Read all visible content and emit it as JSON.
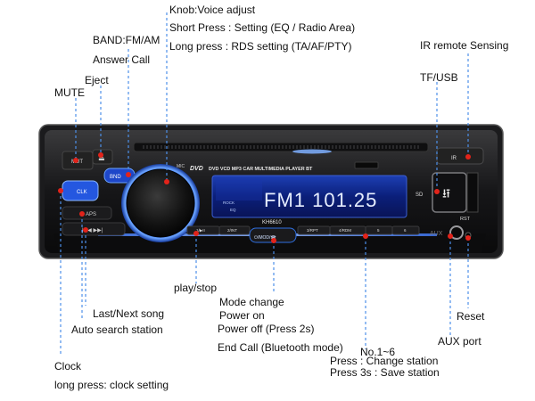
{
  "callouts": {
    "knob_title": "Knob:Voice adjust",
    "knob_short": "Short Press : Setting (EQ / Radio Area)",
    "knob_long": "Long press : RDS setting (TA/AF/PTY)",
    "band": "BAND:FM/AM",
    "answer_call": "Answer Call",
    "eject": "Eject",
    "mute": "MUTE",
    "ir_remote": "IR remote Sensing",
    "tf_usb": "TF/USB",
    "play_stop": "play/stop",
    "mode_change": "Mode change",
    "power_on": "Power on",
    "power_off": "Power off (Press 2s)",
    "end_call": "End Call (Bluetooth mode)",
    "last_next": "Last/Next song",
    "auto_search": "Auto search station",
    "clock": "Clock",
    "clock_long": "long press: clock setting",
    "no1_6": "No.1~6",
    "press_change": "Press : Change station",
    "press_save": "Press 3s : Save station",
    "reset": "Reset",
    "aux_port": "AUX port"
  },
  "device": {
    "display_text": "FM1 101.25",
    "header_mark": "DVD",
    "header_text": "DVD VCD MP3 CAR MULTIMEDIA PLAYER BT",
    "model": "KH6610",
    "mic": "MIC",
    "rock": "ROCK",
    "eq": "EQ",
    "buttons": {
      "mut": "MUT",
      "bnd": "BND",
      "clk": "CLK",
      "aps": "APS",
      "prev_next": "|◀◀ ▶▶|",
      "b1": "1/▶II",
      "b2": "2/INT",
      "b3": "3/RPT",
      "b4": "4/RDM",
      "b5": "5",
      "b6": "6",
      "mode": "⏻/MOD/☎",
      "ir": "IR",
      "sd": "SD",
      "aux": "AUX",
      "rst": "RST"
    }
  },
  "colors": {
    "accent_blue": "#2f6fe0",
    "callout_line": "#4d8fe8",
    "dot_red": "#e2231a",
    "display_bg": "#0b1a6a",
    "display_text": "#dfe8ff"
  }
}
